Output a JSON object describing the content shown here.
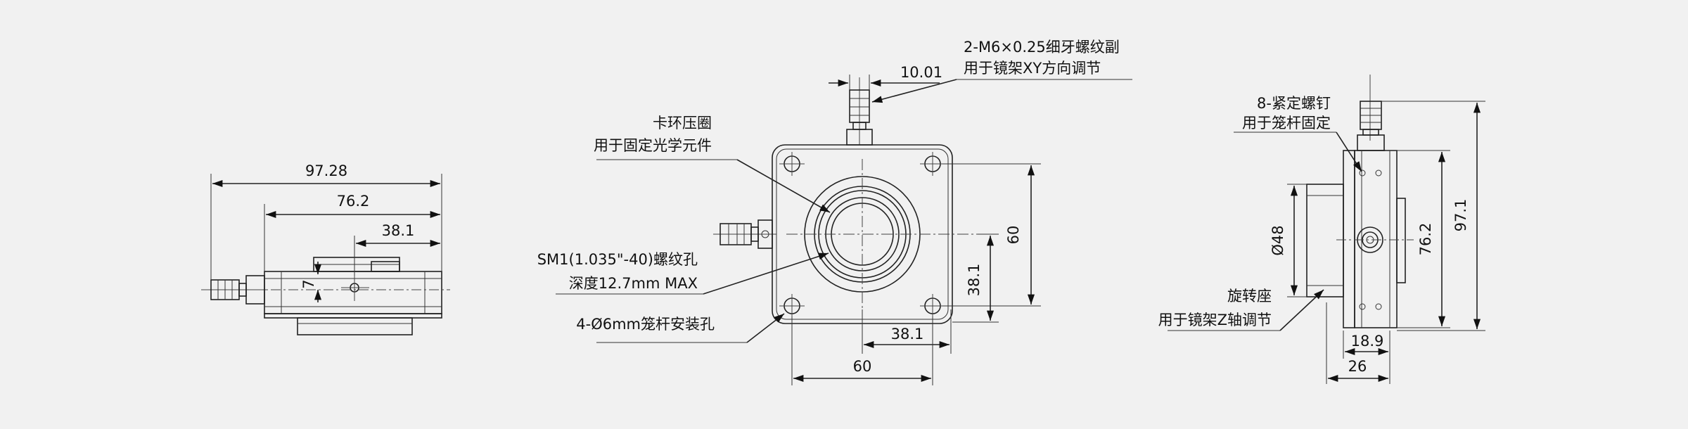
{
  "left_view": {
    "dim_overall": "97.28",
    "dim_body": "76.2",
    "dim_half": "38.1",
    "dim_height": "7"
  },
  "front_view": {
    "adjuster_spec_line1": "2-M6×0.25细牙螺纹副",
    "adjuster_spec_line2": "用于镜架XY方向调节",
    "adjuster_offset": "10.01",
    "ring_line1": "卡环压圈",
    "ring_line2": "用于固定光学元件",
    "thread_line1": "SM1(1.035\"-40)螺纹孔",
    "thread_line2": "深度12.7mm MAX",
    "holes": "4-Ø6mm笼杆安装孔",
    "dim_vertical_60": "60",
    "dim_vertical_38": "38.1",
    "dim_horizontal_38": "38.1",
    "dim_horizontal_60": "60"
  },
  "right_view": {
    "screw_line1": "8-紧定螺钉",
    "screw_line2": "用于笼杆固定",
    "dim_diameter": "Ø48",
    "dim_76": "76.2",
    "dim_97": "97.1",
    "rotation_line1": "旋转座",
    "rotation_line2": "用于镜架Z轴调节",
    "dim_18": "18.9",
    "dim_26": "26"
  }
}
